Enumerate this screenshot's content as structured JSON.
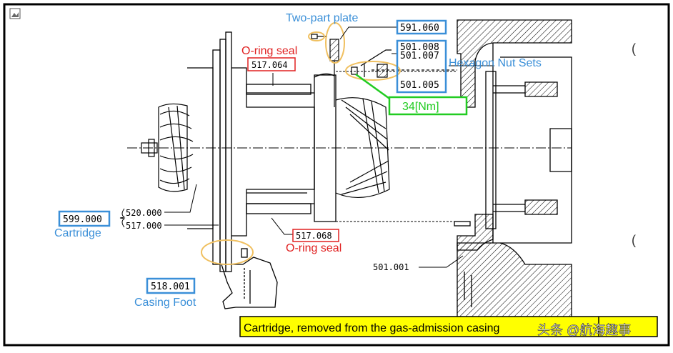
{
  "labels": {
    "two_part_plate": "Two-part plate",
    "oring_seal_top": "O-ring seal",
    "oring_seal_bottom": "O-ring seal",
    "hex_nut_sets": "Hexagon Nut Sets",
    "torque": "34[Nm]",
    "cartridge": "Cartridge",
    "casing_foot": "Casing Foot"
  },
  "part_numbers": {
    "p591060": "591.060",
    "p501008": "501.008",
    "p501007": "501.007",
    "p501005": "501.005",
    "p517064": "517.064",
    "p599000": "599.000",
    "p520000": "520.000",
    "p517000": "517.000",
    "p517068": "517.068",
    "p518001": "518.001",
    "p501001": "501.001"
  },
  "caption": "Cartridge, removed from the gas-admission casing",
  "watermark": "头条 @航海趣事",
  "colors": {
    "label_blue": "#3a8fd8",
    "label_red": "#e02020",
    "torque_green": "#22cc22",
    "highlight_orange": "#f0c060",
    "caption_yellow": "#ffff00"
  }
}
